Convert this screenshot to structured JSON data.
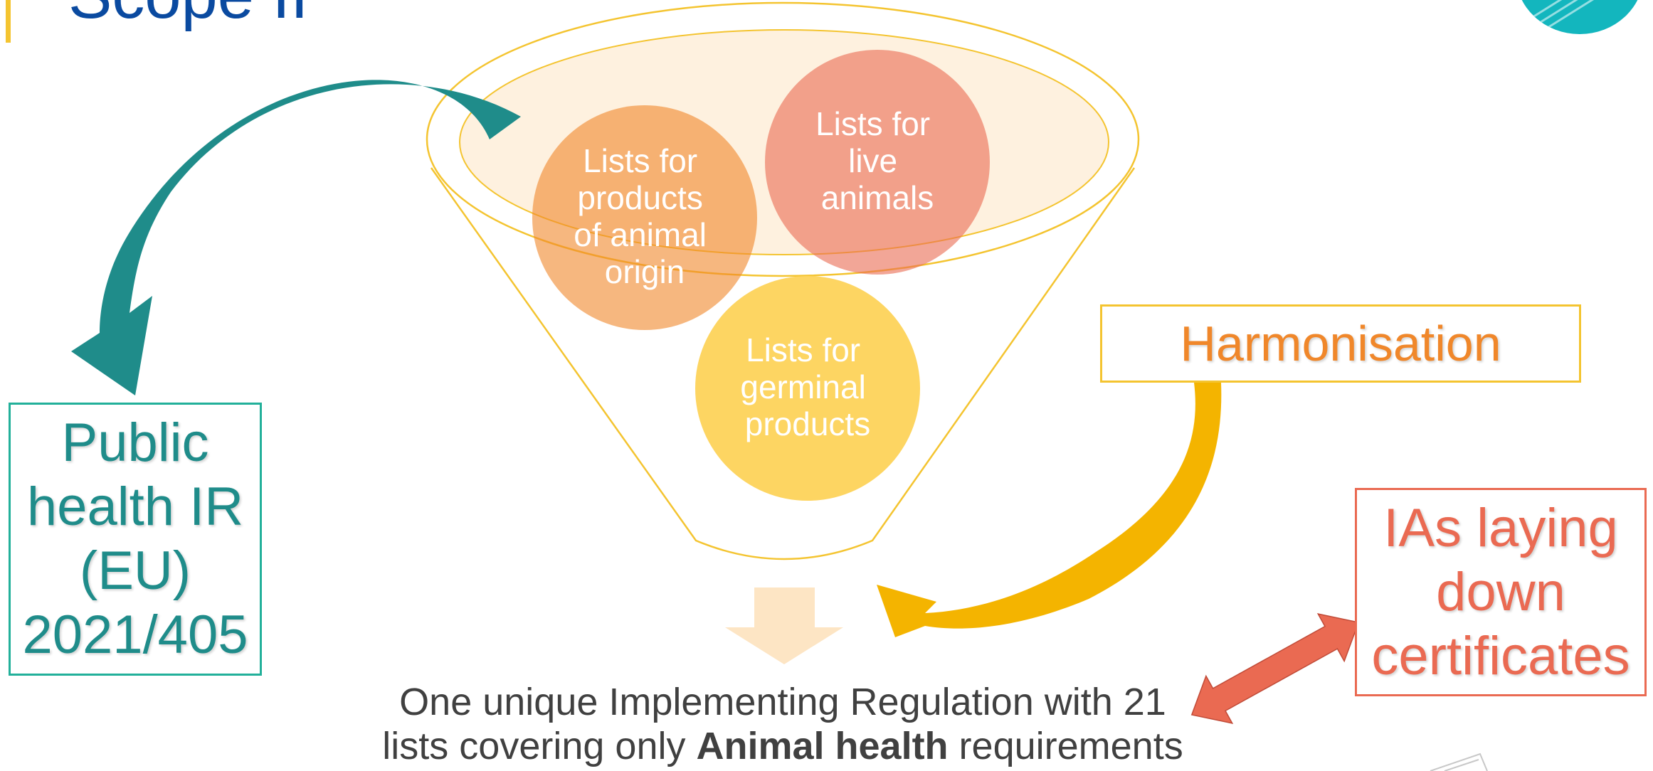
{
  "slide": {
    "title": "Scope II"
  },
  "circles": [
    {
      "lines": [
        "Lists for",
        "products",
        "of animal",
        "origin"
      ],
      "color": "#f0872a"
    },
    {
      "lines": [
        "Lists for",
        "live",
        "animals"
      ],
      "color": "#ea6a52"
    },
    {
      "lines": [
        "Lists for",
        "germinal",
        "products"
      ],
      "color": "#fdd35a"
    }
  ],
  "public_health_box": {
    "text": "Public health IR (EU) 2021/405"
  },
  "harmonisation_box": {
    "text": "Harmonisation"
  },
  "ias_box": {
    "text": "IAs laying down certificates"
  },
  "bottom_text": {
    "line1": "One unique Implementing Regulation with 21",
    "line2_pre": "lists covering only ",
    "line2_bold": "Animal health",
    "line2_post": " requirements"
  },
  "colors": {
    "teal": "#1f8c8a",
    "gold": "#f4c430",
    "orange": "#f0872a",
    "coral": "#ea6a52",
    "title_blue": "#0a4aa0"
  }
}
